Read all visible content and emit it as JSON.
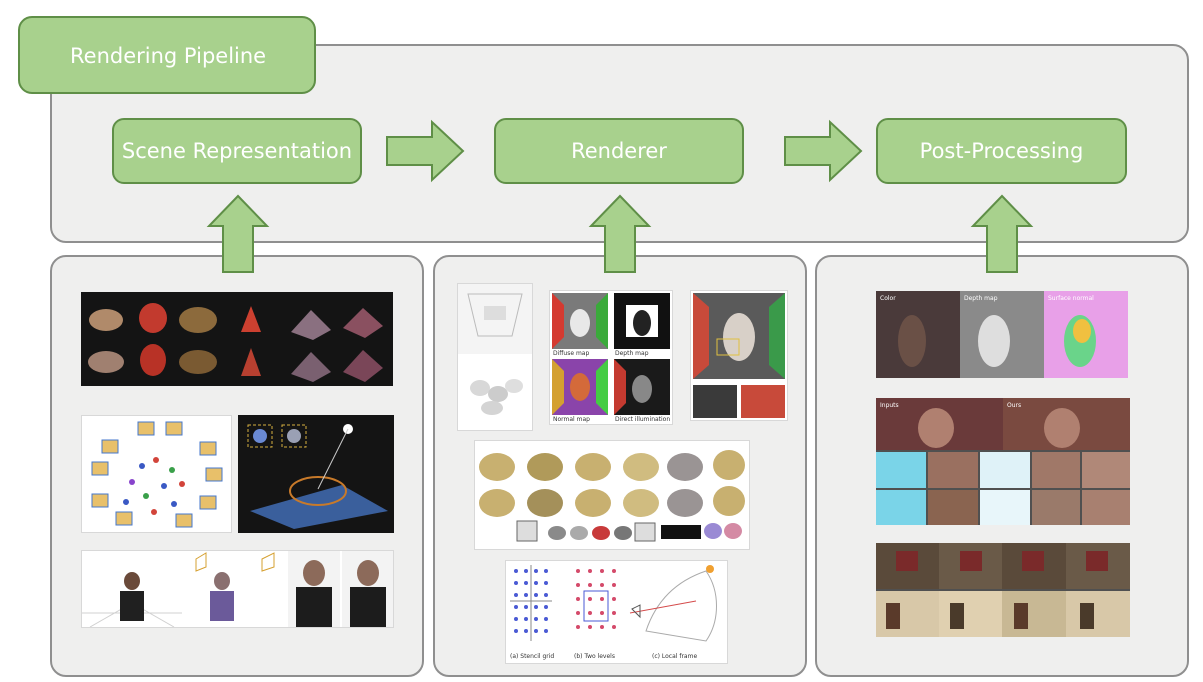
{
  "header": {
    "title": "Rendering Pipeline"
  },
  "pipeline": {
    "stages": [
      {
        "label": "Scene Representation"
      },
      {
        "label": "Renderer"
      },
      {
        "label": "Post-Processing"
      }
    ]
  },
  "figures": {
    "renderer_buffers": [
      "Diffuse map",
      "Depth map",
      "Normal map",
      "Direct illumination"
    ],
    "renderer_grid_captions": [
      "(a) Stencil grid",
      "(b) Two levels",
      "(c) Local frame"
    ],
    "post_depth_labels": [
      "Color",
      "Depth map",
      "Surface normal"
    ],
    "post_compare_labels": [
      "Inputs",
      "Ours"
    ]
  },
  "colors": {
    "stage_fill": "#a8d18d",
    "stage_border": "#5f8f47",
    "panel_fill": "#efefee",
    "panel_border": "#8f8f8f"
  }
}
